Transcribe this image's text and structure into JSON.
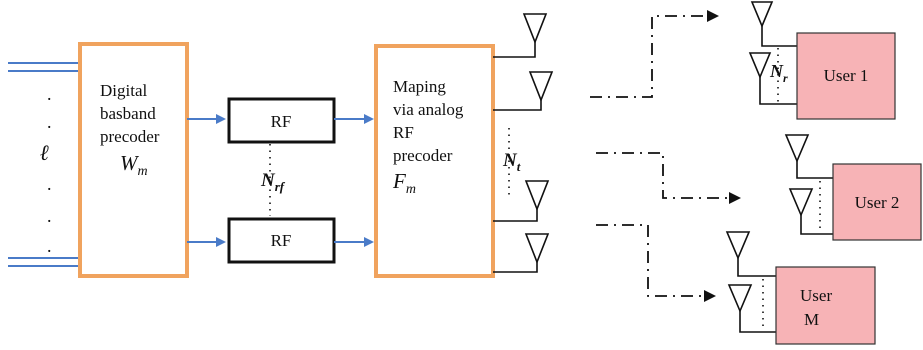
{
  "input": {
    "dots_top": ".",
    "dots_mid": ".",
    "dots_low": ".",
    "dots_bottom": ".",
    "label": "ℓ"
  },
  "digital_precoder": {
    "line1": "Digital",
    "line2": "basband",
    "line3": "precoder",
    "symbol_main": "W",
    "symbol_sub": "m"
  },
  "rf_chains": {
    "top_label": "RF",
    "bottom_label": "RF",
    "count_main": "N",
    "count_sub": "rf"
  },
  "analog_precoder": {
    "line1": "Maping",
    "line2": "via analog",
    "line3": "RF",
    "line4": "precoder",
    "symbol_main": "F",
    "symbol_sub": "m"
  },
  "transmit_antennas": {
    "count_main": "N",
    "count_sub": "t"
  },
  "users": [
    {
      "name": "User 1",
      "antenna_main": "N",
      "antenna_sub": "r"
    },
    {
      "name": "User 2"
    },
    {
      "name_line1": "User",
      "name_line2": "M"
    }
  ],
  "colors": {
    "precoder_border": "#f0a35e",
    "arrow_blue": "#4a7bc8",
    "user_fill": "#f7b3b6"
  }
}
